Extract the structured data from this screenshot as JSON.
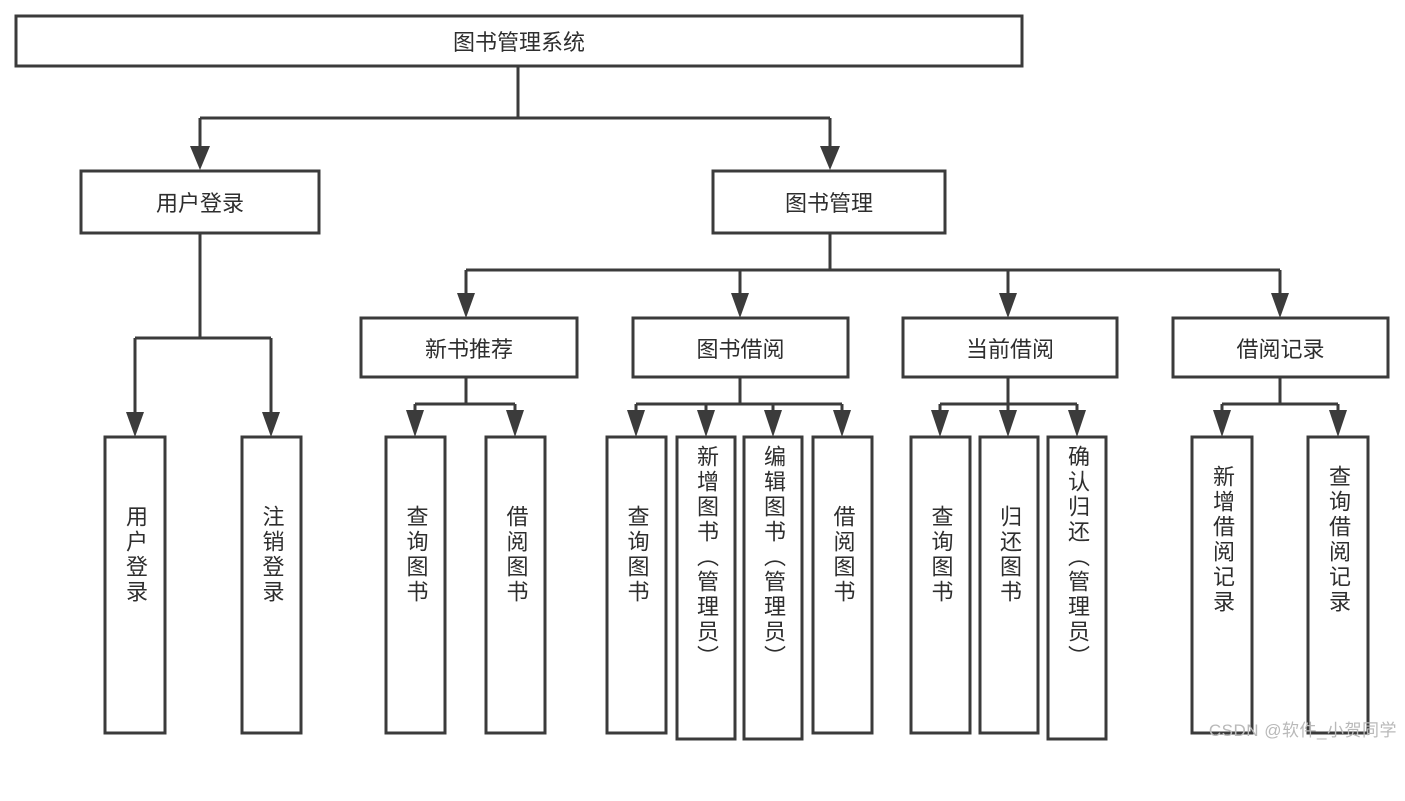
{
  "diagram": {
    "title": "图书管理系统",
    "type": "tree",
    "colors": {
      "box_stroke": "#3b3b3b",
      "box_fill": "#ffffff",
      "connector": "#3b3b3b",
      "text": "#2e2e2e",
      "background": "#ffffff",
      "watermark": "#b9b9b9"
    },
    "root": {
      "id": "root",
      "label": "图书管理系统",
      "orientation": "horizontal"
    },
    "level2": [
      {
        "id": "user-login",
        "label": "用户登录",
        "orientation": "horizontal"
      },
      {
        "id": "book-management",
        "label": "图书管理",
        "orientation": "horizontal"
      }
    ],
    "level3": [
      {
        "id": "new-book-recommend",
        "label": "新书推荐",
        "orientation": "horizontal",
        "parent": "book-management"
      },
      {
        "id": "book-borrow",
        "label": "图书借阅",
        "orientation": "horizontal",
        "parent": "book-management"
      },
      {
        "id": "current-borrow",
        "label": "当前借阅",
        "orientation": "horizontal",
        "parent": "book-management"
      },
      {
        "id": "borrow-record",
        "label": "借阅记录",
        "orientation": "horizontal",
        "parent": "book-management"
      }
    ],
    "leaves": [
      {
        "id": "leaf-user-login",
        "label": "用户登录",
        "parent": "user-login",
        "orientation": "vertical"
      },
      {
        "id": "leaf-logout-login",
        "label": "注销登录",
        "parent": "user-login",
        "orientation": "vertical"
      },
      {
        "id": "leaf-query-book-1",
        "label": "查询图书",
        "parent": "new-book-recommend",
        "orientation": "vertical"
      },
      {
        "id": "leaf-borrow-book-1",
        "label": "借阅图书",
        "parent": "new-book-recommend",
        "orientation": "vertical"
      },
      {
        "id": "leaf-query-book-2",
        "label": "查询图书",
        "parent": "book-borrow",
        "orientation": "vertical"
      },
      {
        "id": "leaf-add-book",
        "label": "新增图书（管理员）",
        "parent": "book-borrow",
        "orientation": "vertical"
      },
      {
        "id": "leaf-edit-book",
        "label": "编辑图书（管理员）",
        "parent": "book-borrow",
        "orientation": "vertical"
      },
      {
        "id": "leaf-borrow-book-2",
        "label": "借阅图书",
        "parent": "book-borrow",
        "orientation": "vertical"
      },
      {
        "id": "leaf-query-book-3",
        "label": "查询图书",
        "parent": "current-borrow",
        "orientation": "vertical"
      },
      {
        "id": "leaf-return-book",
        "label": "归还图书",
        "parent": "current-borrow",
        "orientation": "vertical"
      },
      {
        "id": "leaf-confirm-return",
        "label": "确认归还（管理员）",
        "parent": "current-borrow",
        "orientation": "vertical"
      },
      {
        "id": "leaf-add-record",
        "label": "新增借阅记录",
        "parent": "borrow-record",
        "orientation": "vertical"
      },
      {
        "id": "leaf-query-record",
        "label": "查询借阅记录",
        "parent": "borrow-record",
        "orientation": "vertical"
      }
    ]
  },
  "watermark": {
    "text": "CSDN @软件_小贺同学"
  }
}
